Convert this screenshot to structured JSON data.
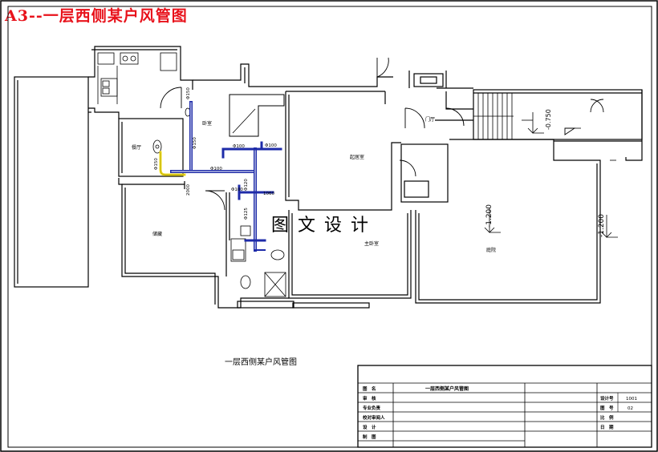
{
  "header_title": "A3--一层西侧某户风管图",
  "watermark": "图 文 设 计",
  "drawing_caption": "一层西侧某户风管图",
  "rooms": {
    "kitchen_label": "餐厅",
    "storage_label": "储藏",
    "bedroom_label": "卧室",
    "living_label": "起居室",
    "master_label": "主卧室",
    "hall_label": "庭院"
  },
  "ducts": {
    "d1": "Φ100",
    "d2": "Φ100",
    "d3": "Φ100",
    "d4": "Φ150",
    "d5": "Φ150",
    "d6": "Φ100",
    "d7": "Φ120",
    "d8": "Φ125",
    "d9": "1060",
    "d10": "2000"
  },
  "doors": {
    "door_label": "门厅"
  },
  "levels": {
    "level_1": "-0.750",
    "level_2": "-1.200",
    "level_3": "-1.200"
  },
  "title_block": {
    "row1_label": "图　名",
    "row1_value": "一层西侧某户风管图",
    "row2_label": "审　核",
    "row3_label": "专业负责",
    "row4_label": "校对审阅人",
    "row5_label": "设　计",
    "row6_label": "制　图",
    "r_label1": "设计号",
    "r_value1": "1001",
    "r_label2": "图　号",
    "r_value2": "02",
    "r_label3": "比　例",
    "r_label4": "日　期"
  },
  "colors": {
    "title_red": "#e8121b",
    "duct_blue": "#1e2ba8",
    "duct_yellow": "#f5e21e",
    "line": "#000000"
  }
}
